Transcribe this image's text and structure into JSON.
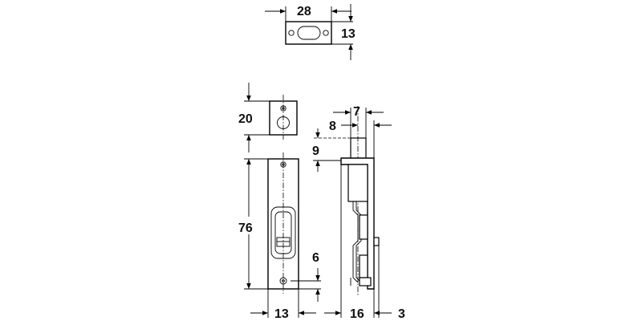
{
  "dimensions": {
    "keeper_width": "28",
    "keeper_height": "13",
    "top_plate_height": "20",
    "bolt_length": "76",
    "screw_offset": "6",
    "bolt_width": "13",
    "side_offset_7": "7",
    "side_offset_8": "8",
    "side_top_9": "9",
    "side_depth": "16",
    "side_plate": "3"
  }
}
